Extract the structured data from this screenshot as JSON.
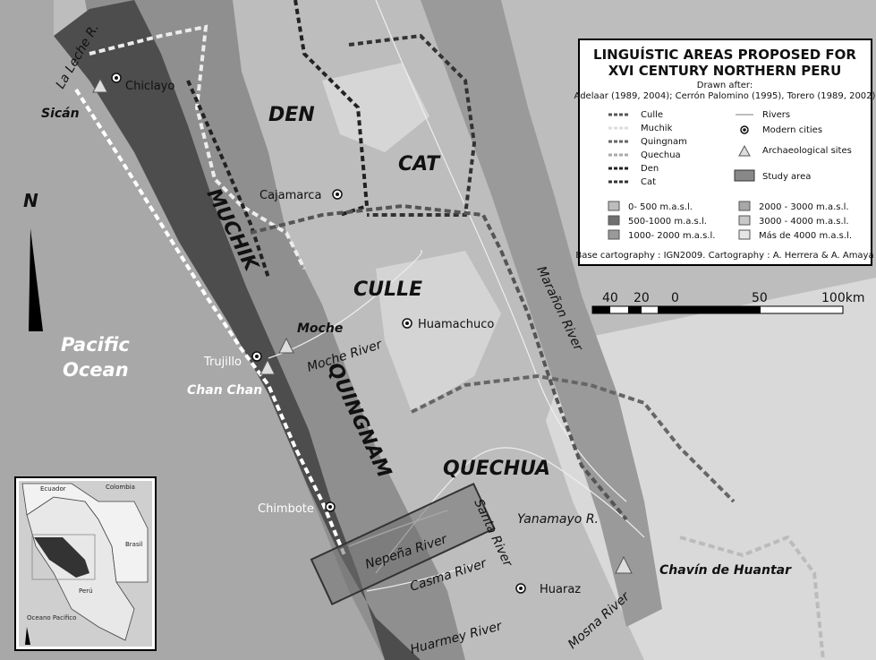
{
  "legend": {
    "title_line1": "LINGUÍSTIC AREAS PROPOSED FOR",
    "title_line2": "XVI CENTURY NORTHERN PERU",
    "drawn_after": "Drawn after:",
    "sources": "Adelaar (1989, 2004); Cerrón Palomino (1995), Torero (1989, 2002)",
    "lines": [
      "Culle",
      "Muchik",
      "Quingnam",
      "Quechua",
      "Den",
      "Cat"
    ],
    "symbols": [
      "Rivers",
      "Modern cities",
      "Archaeological sites",
      "Study area"
    ],
    "elevation_left": [
      "0- 500 m.a.s.l.",
      "500-1000 m.a.s.l.",
      "1000- 2000  m.a.s.l."
    ],
    "elevation_right": [
      "2000 - 3000 m.a.s.l.",
      "3000 - 4000 m.a.s.l.",
      "Más de 4000 m.a.s.l."
    ],
    "credits": "Base cartography : IGN2009. Cartography : A. Herrera & A. Amaya"
  },
  "scale": {
    "labels": [
      "40",
      "20",
      "0",
      "50",
      "100km"
    ]
  },
  "north": "N",
  "ocean": {
    "line1": "Pacific",
    "line2": "Ocean"
  },
  "areas": [
    "MUCHIK",
    "DEN",
    "CAT",
    "CULLE",
    "QUINGNAM",
    "QUECHUA"
  ],
  "rivers": [
    "La Leche R.",
    "Moche River",
    "Marañon River",
    "Santa River",
    "Yanamayo R.",
    "Nepeña River",
    "Casma River",
    "Huarmey River",
    "Mosna River"
  ],
  "cities": [
    "Chiclayo",
    "Cajamarca",
    "Huamachuco",
    "Trujillo",
    "Chimbote",
    "Huaraz"
  ],
  "sites": [
    "Sicán",
    "Moche",
    "Chan Chan",
    "Chavín de Huantar"
  ],
  "inset": {
    "labels": [
      "Ecuador",
      "Colombia",
      "Brasil",
      "Perú",
      "Oceano Pacifico"
    ]
  },
  "colors": {
    "ocean": "#a9a9a9",
    "lowland": "#4a4a4a",
    "mid": "#8a8a8a",
    "highland": "#bdbdbd",
    "peak": "#dedede"
  }
}
